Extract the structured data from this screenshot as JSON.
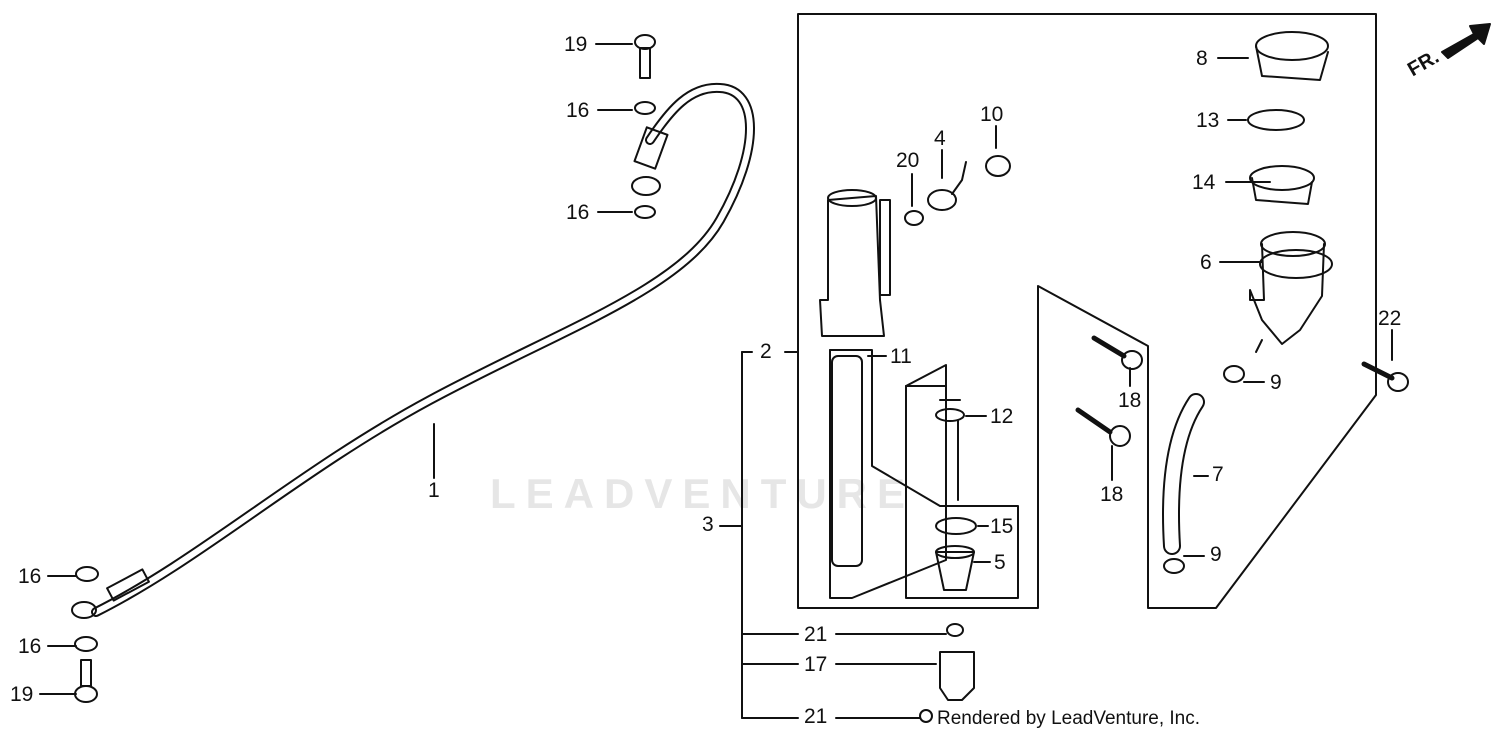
{
  "diagram": {
    "callouts": {
      "c1": "1",
      "c2": "2",
      "c3": "3",
      "c4": "4",
      "c5": "5",
      "c6": "6",
      "c7": "7",
      "c8": "8",
      "c9a": "9",
      "c9b": "9",
      "c10": "10",
      "c11": "11",
      "c12": "12",
      "c13": "13",
      "c14": "14",
      "c15": "15",
      "c16a": "16",
      "c16b": "16",
      "c16c": "16",
      "c16d": "16",
      "c17": "17",
      "c18a": "18",
      "c18b": "18",
      "c19a": "19",
      "c19b": "19",
      "c20": "20",
      "c21a": "21",
      "c21b": "21",
      "c22": "22"
    },
    "direction_marker": "FR.",
    "watermark": "LEADVENTURE",
    "credit": "Rendered by LeadVenture, Inc."
  }
}
